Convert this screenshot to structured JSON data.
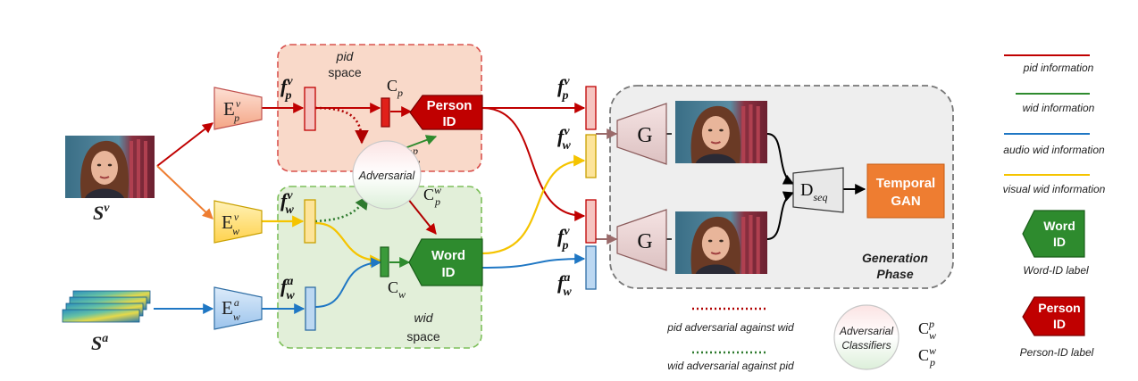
{
  "spaces": {
    "pid": {
      "line1": "pid",
      "line2": "space"
    },
    "wid": {
      "line1": "wid",
      "line2": "space"
    }
  },
  "inputs": {
    "video": {
      "base": "S",
      "sup": "v"
    },
    "audio": {
      "base": "S",
      "sup": "a"
    }
  },
  "encoders": [
    {
      "id": "Epv",
      "base": "E",
      "sup": "v",
      "sub": "p"
    },
    {
      "id": "Ewv",
      "base": "E",
      "sup": "v",
      "sub": "w"
    },
    {
      "id": "Ewa",
      "base": "E",
      "sup": "a",
      "sub": "w"
    }
  ],
  "features": {
    "fpv": {
      "base": "f",
      "sup": "v",
      "sub": "p"
    },
    "fwv": {
      "base": "f",
      "sup": "v",
      "sub": "w"
    },
    "fwa": {
      "base": "f",
      "sup": "a",
      "sub": "w"
    }
  },
  "classifiers": {
    "Cp": {
      "base": "C",
      "sub": "p"
    },
    "Cw": {
      "base": "C",
      "sub": "w"
    },
    "Cwp": {
      "base": "C",
      "sup": "p",
      "sub": "w"
    },
    "Cpw": {
      "base": "C",
      "sup": "w",
      "sub": "p"
    }
  },
  "blocks": {
    "person_id": {
      "line1": "Person",
      "line2": "ID"
    },
    "word_id": {
      "line1": "Word",
      "line2": "ID"
    },
    "adversarial": "Adversarial",
    "generator": "G",
    "dseq": {
      "base": "D",
      "sub": "seq"
    },
    "temporal_gan": {
      "line1": "Temporal",
      "line2": "GAN"
    },
    "generation_phase": {
      "line1": "Generation",
      "line2": "Phase"
    }
  },
  "legend": {
    "items": [
      {
        "label": "pid information",
        "color": "#c00000"
      },
      {
        "label": "wid information",
        "color": "#2e8b2e"
      },
      {
        "label": "audio wid information",
        "color": "#1f77c4"
      },
      {
        "label": "visual wid information",
        "color": "#f5c400"
      }
    ],
    "word_label": {
      "line1": "Word",
      "line2": "ID",
      "caption": "Word-ID label"
    },
    "person_label": {
      "line1": "Person",
      "line2": "ID",
      "caption": "Person-ID label"
    },
    "pid_adv": "pid adversarial against wid",
    "wid_adv": "wid adversarial against pid",
    "adv_classifiers": {
      "line1": "Adversarial",
      "line2": "Classifiers"
    }
  },
  "colors": {
    "pid": "#c00000",
    "wid": "#2e8b2e",
    "audio": "#1f77c4",
    "visual": "#f5c400",
    "orange_in": "#ee7d31",
    "pid_space_fill": "#f9d9c9",
    "pid_space_border": "#d9534f",
    "wid_space_fill": "#e2efd9",
    "wid_space_border": "#7dbf5a",
    "gen_fill": "#eeeeee",
    "temporal_gan": "#ee7d31"
  }
}
